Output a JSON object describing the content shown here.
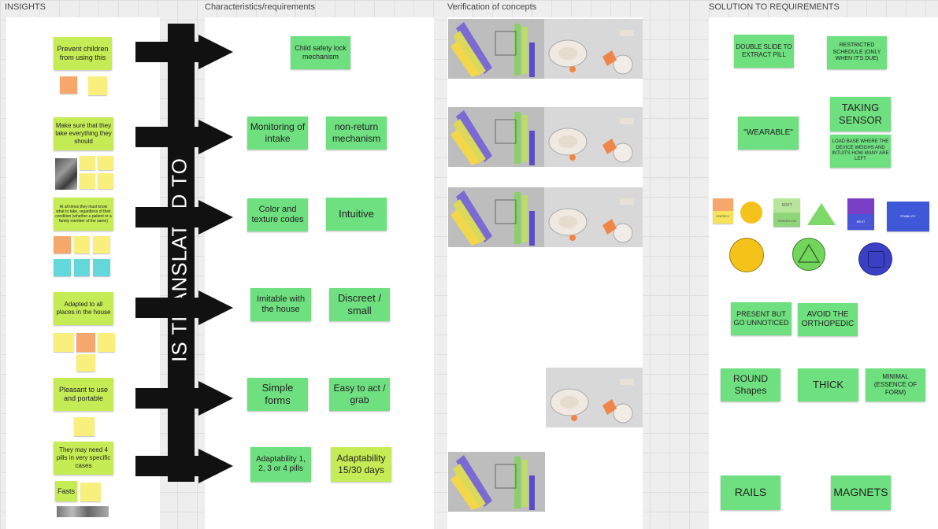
{
  "frames": {
    "insights": "INSIGHTS",
    "characteristics": "Characteristics/requirements",
    "verification": "Verification of concepts",
    "solution": "SOLUTION TO REQUIREMENTS"
  },
  "band_label": "IS TRANSLATED TO",
  "insights": [
    "Prevent children from using this",
    "Make sure that they take everything they should",
    "At all times they must know what to take, regardless of their condition (whether a patient or a family member of the same)",
    "Adapted to all places in the house",
    "Pleasant to use and portable",
    "They may need 4 pills in very specific cases",
    "Fasts"
  ],
  "requirements": {
    "child_lock": "Child safety lock mechanism",
    "monitoring": "Monitoring of intake",
    "non_return": "non-return mechanism",
    "color_codes": "Color and texture codes",
    "intuitive": "Intuitive",
    "imitable": "Imitable with the house",
    "discreet": "Discreet / small",
    "simple_forms": "Simple forms",
    "easy_act": "Easy to act / grab",
    "adapt_pills": "Adaptability 1, 2, 3 or 4 pills",
    "adapt_days": "Adaptability 15/30 days"
  },
  "solutions": {
    "double_slide": "DOUBLE SLIDE TO EXTRACT PILL",
    "restricted": "RESTRICTED SCHEDULE (ONLY WHEN IT'S DUE)",
    "wearable": "\"WEARABLE\"",
    "taking_sensor": "TAKING SENSOR",
    "load_base": "LOAD BASE WHERE THE DEVICE WEIGHS AND INTUITS HOW MANY ARE LEFT",
    "present": "PRESENT BUT GO UNNOTICED",
    "avoid_ortho": "AVOID THE ORTHOPEDIC",
    "round": "ROUND Shapes",
    "thick": "THICK",
    "minimal": "MINIMAL (ESSENCE OF FORM)",
    "rails": "RAILS",
    "magnets": "MAGNETS"
  },
  "color_code": {
    "energy": "ENERGY",
    "soft": "SOFT",
    "transition": "TRANSITION",
    "rest": "REST",
    "stability": "STABILITY"
  },
  "colors": {
    "green_note": "#6ee07f",
    "lime_note": "#c5ec55",
    "yellow_note": "#f8ee72",
    "orange_note": "#f6a86c",
    "teal_note": "#63d7da",
    "arrow": "#111111",
    "yellow_circle": "#f5c21a",
    "green_circle": "#73d65c",
    "blue_circle": "#3a40c4",
    "stability_blue": "#3f58d8",
    "rest_purple": "#6a3bc4"
  },
  "icons": [
    "arrow-right-icon",
    "circle-shape",
    "triangle-shape",
    "square-shape"
  ]
}
